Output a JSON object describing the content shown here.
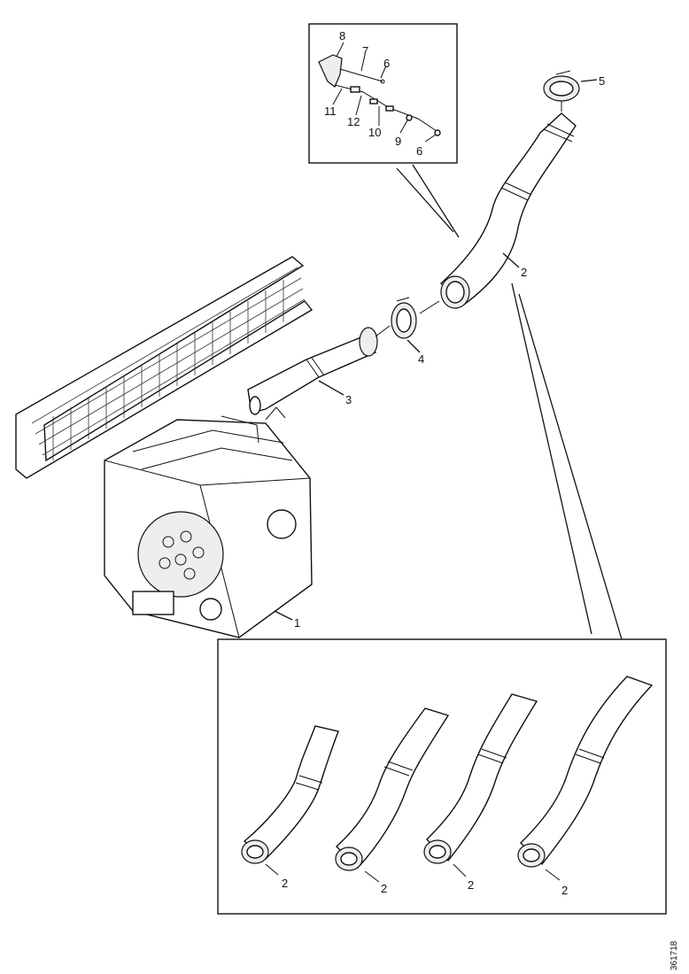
{
  "diagram": {
    "reference_code": "361718",
    "callouts": {
      "silencer": "1",
      "exhaust_pipe": "2",
      "flex_pipe": "3",
      "clamp_lower": "4",
      "clamp_upper": "5",
      "detail_6a": "6",
      "detail_6b": "6",
      "detail_7": "7",
      "detail_8": "8",
      "detail_9": "9",
      "detail_10": "10",
      "detail_11": "11",
      "detail_12": "12",
      "variant_a": "2",
      "variant_b": "2",
      "variant_c": "2",
      "variant_d": "2"
    }
  }
}
